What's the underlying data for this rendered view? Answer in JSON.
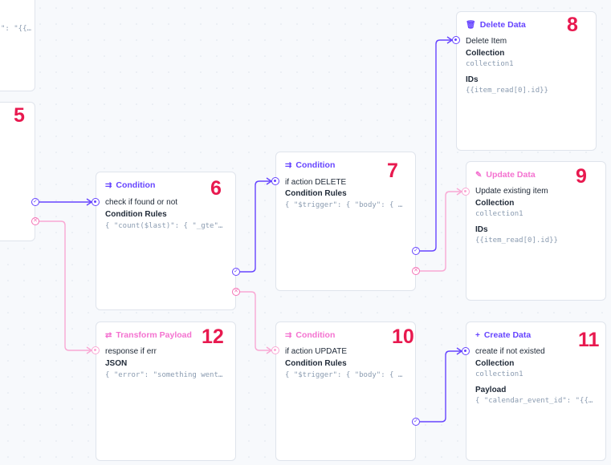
{
  "colors": {
    "accent": "#6644ff",
    "reject": "#f472b6",
    "callout": "#e8194f"
  },
  "top_left_code": "\": \"{{…",
  "nodes": {
    "n5": {
      "number": "5"
    },
    "n6": {
      "number": "6",
      "icon": "condition-icon",
      "title": "Condition",
      "desc": "check if found or not",
      "field_label": "Condition Rules",
      "field_value": "{ \"count($last)\": { \"_gte\"…"
    },
    "n7": {
      "number": "7",
      "icon": "condition-icon",
      "title": "Condition",
      "desc": "if action DELETE",
      "field_label": "Condition Rules",
      "field_value": "{ \"$trigger\": { \"body\": { …"
    },
    "n8": {
      "number": "8",
      "icon": "trash-icon",
      "title": "Delete Data",
      "desc": "Delete Item",
      "field_label": "Collection",
      "field_value": "collection1",
      "field2_label": "IDs",
      "field2_value": "{{item_read[0].id}}"
    },
    "n9": {
      "number": "9",
      "icon": "pencil-icon",
      "title": "Update Data",
      "desc": "Update existing item",
      "field_label": "Collection",
      "field_value": "collection1",
      "field2_label": "IDs",
      "field2_value": "{{item_read[0].id}}"
    },
    "n10": {
      "number": "10",
      "icon": "condition-icon",
      "title": "Condition",
      "desc": "if action UPDATE",
      "field_label": "Condition Rules",
      "field_value": "{ \"$trigger\": { \"body\": { …"
    },
    "n11": {
      "number": "11",
      "icon": "plus-icon",
      "title": "Create Data",
      "desc": "create if not existed",
      "field_label": "Collection",
      "field_value": "collection1",
      "field2_label": "Payload",
      "field2_value": "{ \"calendar_event_id\": \"{{…"
    },
    "n12": {
      "number": "12",
      "icon": "transform-icon",
      "title": "Transform Payload",
      "desc": "response if err",
      "field_label": "JSON",
      "field_value": "{ \"error\": \"something went…"
    }
  }
}
